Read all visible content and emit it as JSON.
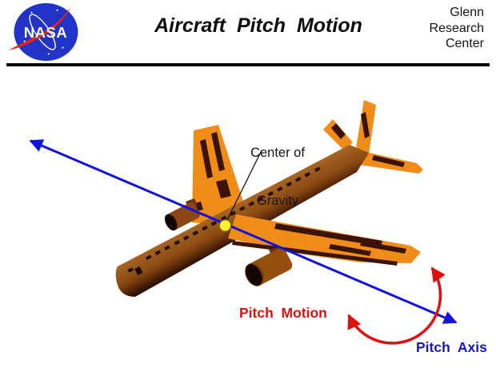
{
  "header": {
    "title": "Aircraft  Pitch  Motion",
    "org_line1": "Glenn",
    "org_line2": "Research",
    "org_line3": "Center",
    "nasa_logo_text": "NASA"
  },
  "labels": {
    "cg_line1": "Center of",
    "cg_line2": "Gravity",
    "pitch_motion": "Pitch  Motion",
    "pitch_axis": "Pitch  Axis"
  },
  "colors": {
    "axis_blue": "#1212e0",
    "motion_red": "#e01010",
    "wing_orange": "#f08c18",
    "wing_stripe_dark": "#3a1400",
    "fuselage_brown": "#8a4a12",
    "cg_yellow": "#fef32c",
    "nasa_blue": "#2233c8",
    "nasa_red": "#e02418",
    "text_black": "#141414"
  }
}
